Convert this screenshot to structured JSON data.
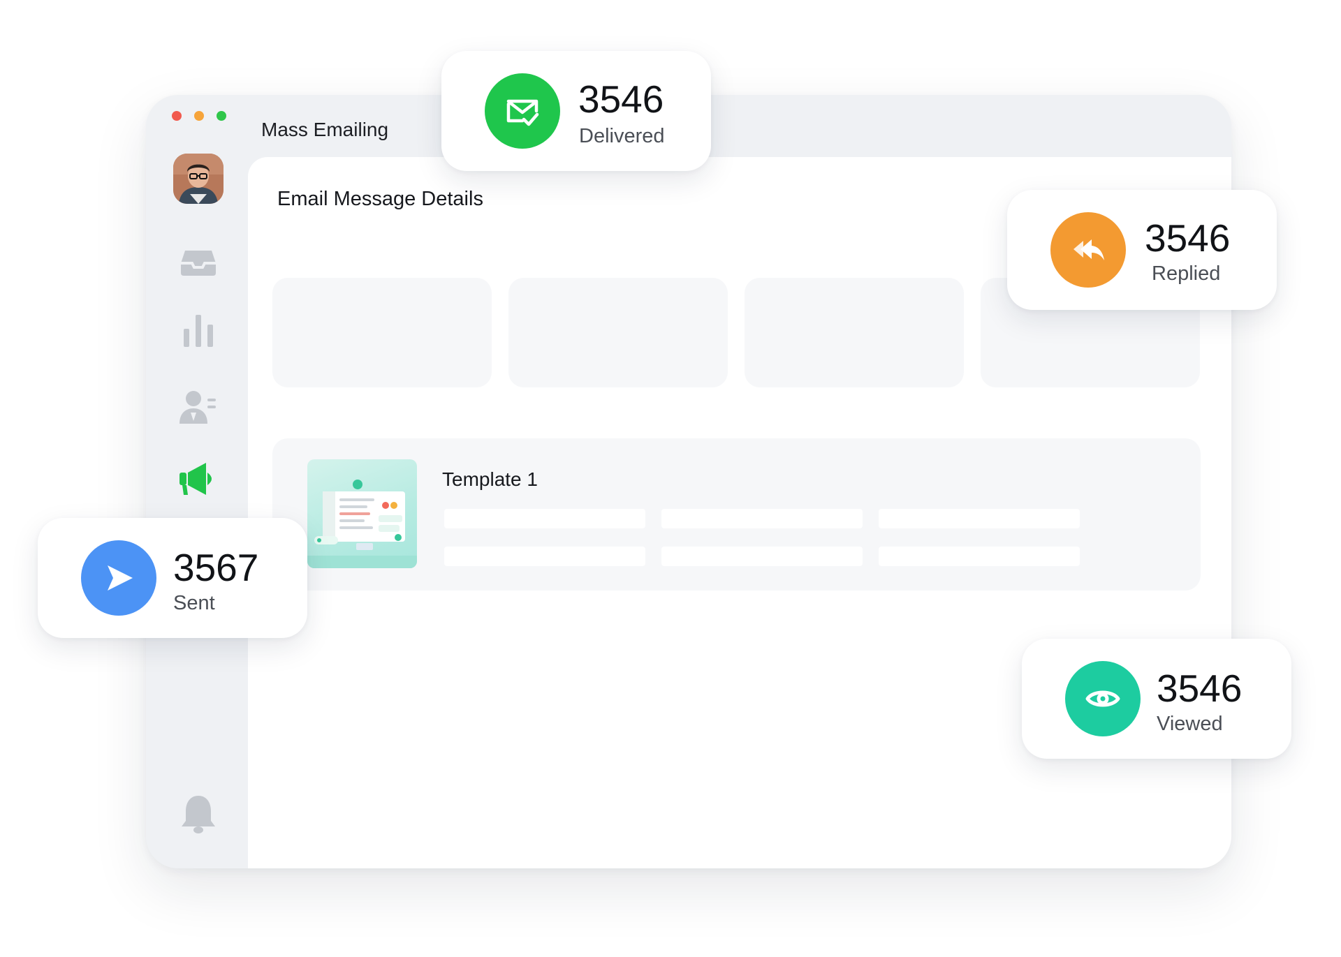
{
  "window": {
    "title": "Mass Emailing",
    "traffic_lights": [
      "#f15a4e",
      "#f6a43a",
      "#2fc64a"
    ]
  },
  "sidebar": {
    "items": [
      {
        "icon": "avatar"
      },
      {
        "icon": "inbox-icon",
        "active": false
      },
      {
        "icon": "bar-chart-icon",
        "active": false
      },
      {
        "icon": "contacts-icon",
        "active": false
      },
      {
        "icon": "megaphone-icon",
        "active": true
      },
      {
        "icon": "bell-icon",
        "active": false
      }
    ],
    "active_color": "#21c44a",
    "inactive_color": "#bfc3c9"
  },
  "main": {
    "title": "Email Message Details",
    "template": {
      "name": "Template 1"
    }
  },
  "stats": {
    "delivered": {
      "value": "3546",
      "label": "Delivered",
      "color": "#1fc64c",
      "icon": "mail-check-icon"
    },
    "replied": {
      "value": "3546",
      "label": "Replied",
      "color": "#f39a31",
      "icon": "reply-all-icon"
    },
    "sent": {
      "value": "3567",
      "label": "Sent",
      "color": "#4c93f5",
      "icon": "send-icon"
    },
    "viewed": {
      "value": "3546",
      "label": "Viewed",
      "color": "#1dcca0",
      "icon": "eye-icon"
    }
  }
}
